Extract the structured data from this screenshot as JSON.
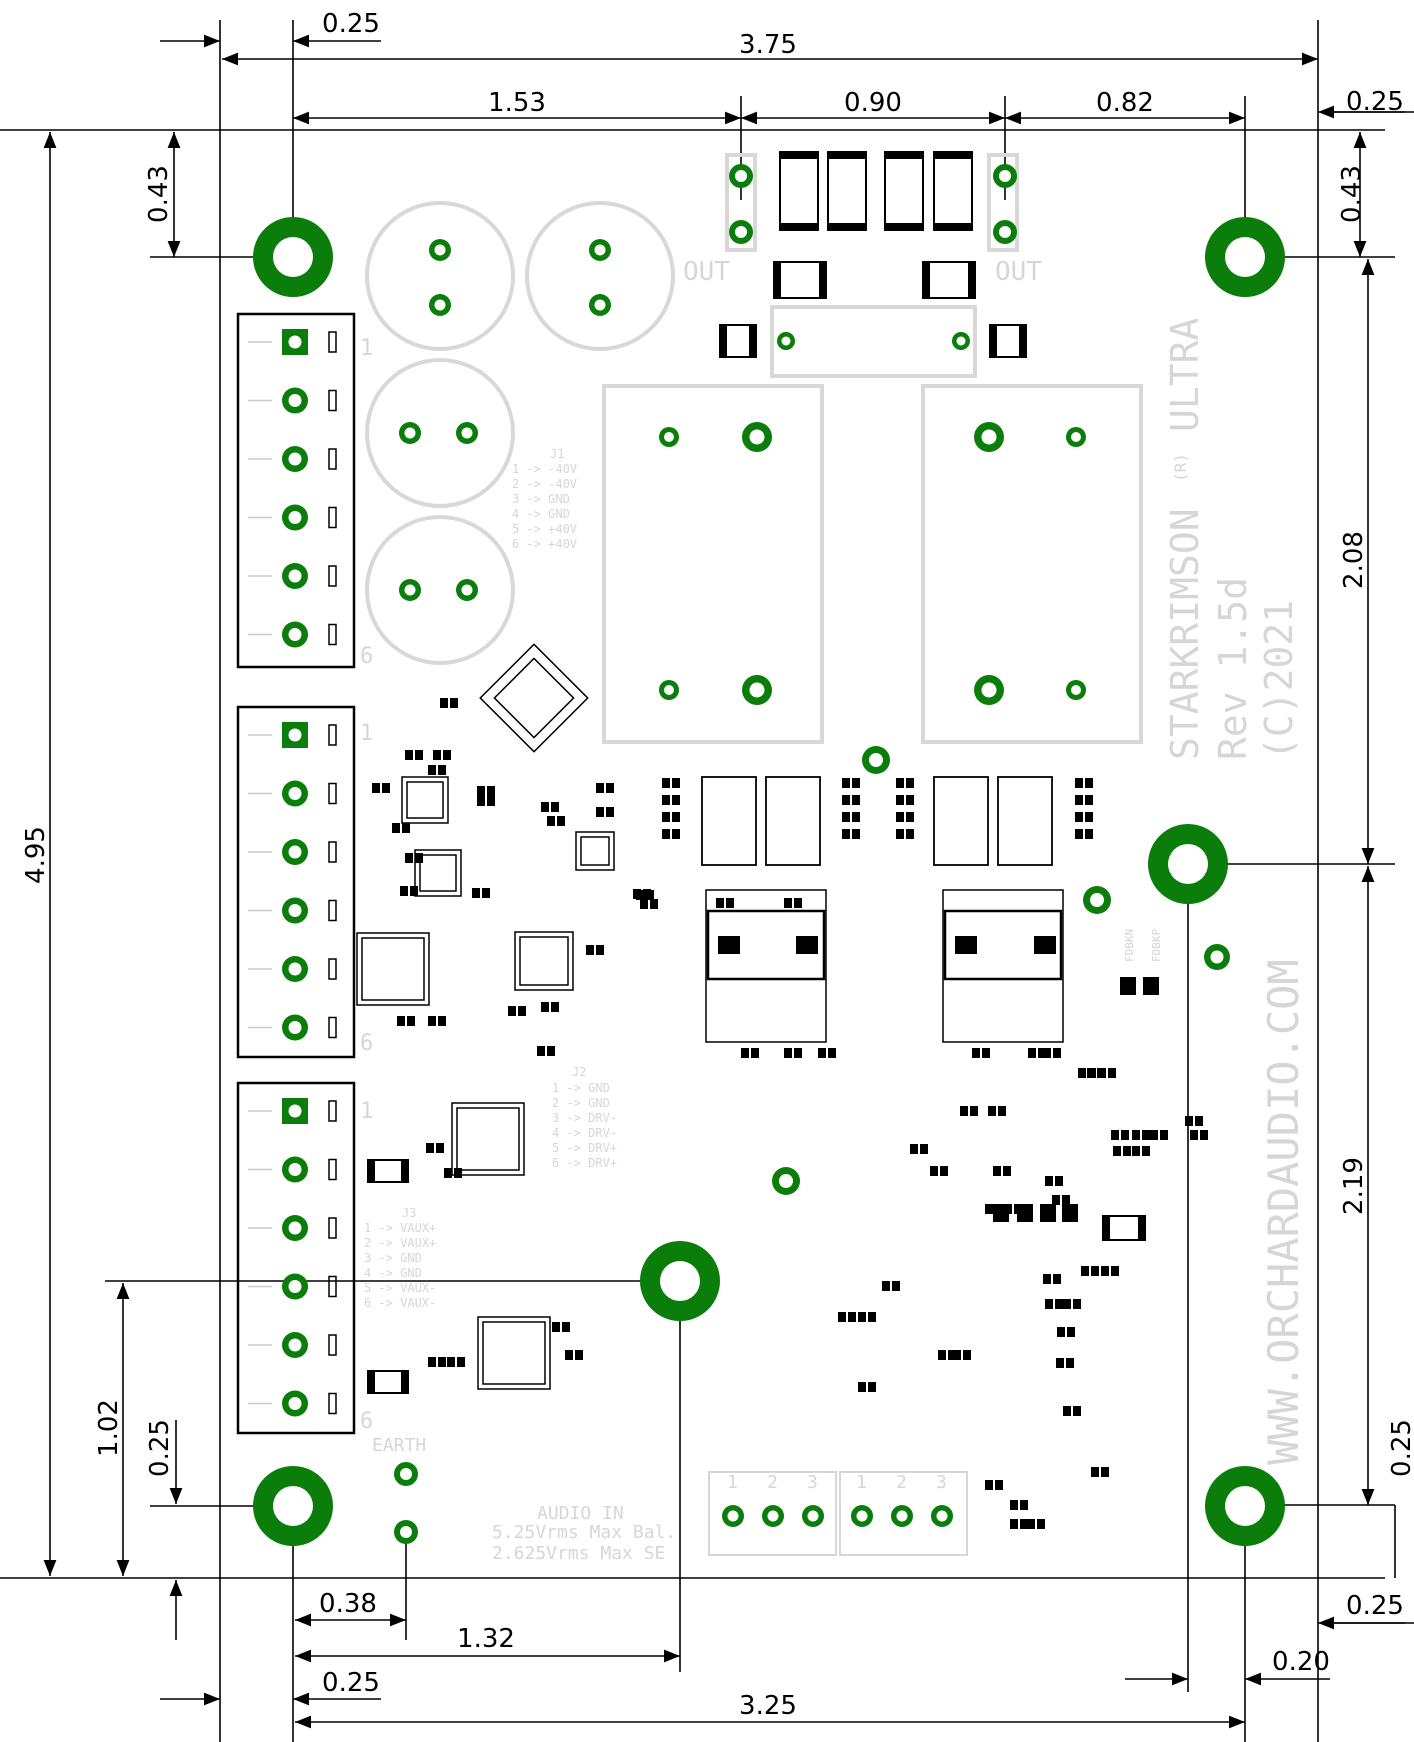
{
  "dimensions": {
    "top_total": "3.75",
    "top_left_offset": "0.25",
    "top_seg_1": "1.53",
    "top_seg_2": "0.90",
    "top_seg_3": "0.82",
    "top_right_offset": "0.25",
    "left_total_height": "4.95",
    "left_top_hole": "0.43",
    "right_top_hole": "0.43",
    "right_upper": "2.08",
    "right_lower": "2.19",
    "right_bottom": "0.25",
    "left_lower": "1.02",
    "left_bottom": "0.25",
    "bottom_earth": "0.38",
    "bottom_mid_hole": "1.32",
    "bottom_left_offset": "0.25",
    "bottom_total": "3.25",
    "bottom_right_offset_a": "0.25",
    "bottom_right_offset_b": "0.20"
  },
  "silkscreen": {
    "out_left": "OUT",
    "out_right": "OUT",
    "brand": "STARKRIMSON",
    "registered": "(R)",
    "product": "ULTRA",
    "revision": "Rev 1.5d",
    "copyright": "(C)2021",
    "website": "WWW.ORCHARDAUDIO.COM",
    "j1_title": "J1",
    "j1_pins": [
      "1 -> -40V",
      "2 -> -40V",
      "3 -> GND",
      "4 -> GND",
      "5 -> +40V",
      "6 -> +40V"
    ],
    "j2_title": "J2",
    "j2_pins": [
      "1 -> GND",
      "2 -> GND",
      "3 -> DRV-",
      "4 -> DRV-",
      "5 -> DRV+",
      "6 -> DRV+"
    ],
    "j3_title": "J3",
    "j3_pins": [
      "1 -> VAUX+",
      "2 -> VAUX+",
      "3 -> GND",
      "4 -> GND",
      "5 -> VAUX-",
      "6 -> VAUX-"
    ],
    "pin_first": "1",
    "pin_last": "6",
    "earth": "EARTH",
    "audio_in": "AUDIO IN",
    "audio_bal": "5.25Vrms Max Bal.",
    "audio_se": "2.625Vrms Max SE",
    "fdbkn": "FDBKN",
    "fdbkp": "FDBKP",
    "term_nums": [
      "1",
      "2",
      "3",
      "1",
      "2",
      "3"
    ]
  },
  "colors": {
    "copper": "#0a7d0a",
    "silk": "#d6d6d6",
    "outline": "#000000"
  }
}
